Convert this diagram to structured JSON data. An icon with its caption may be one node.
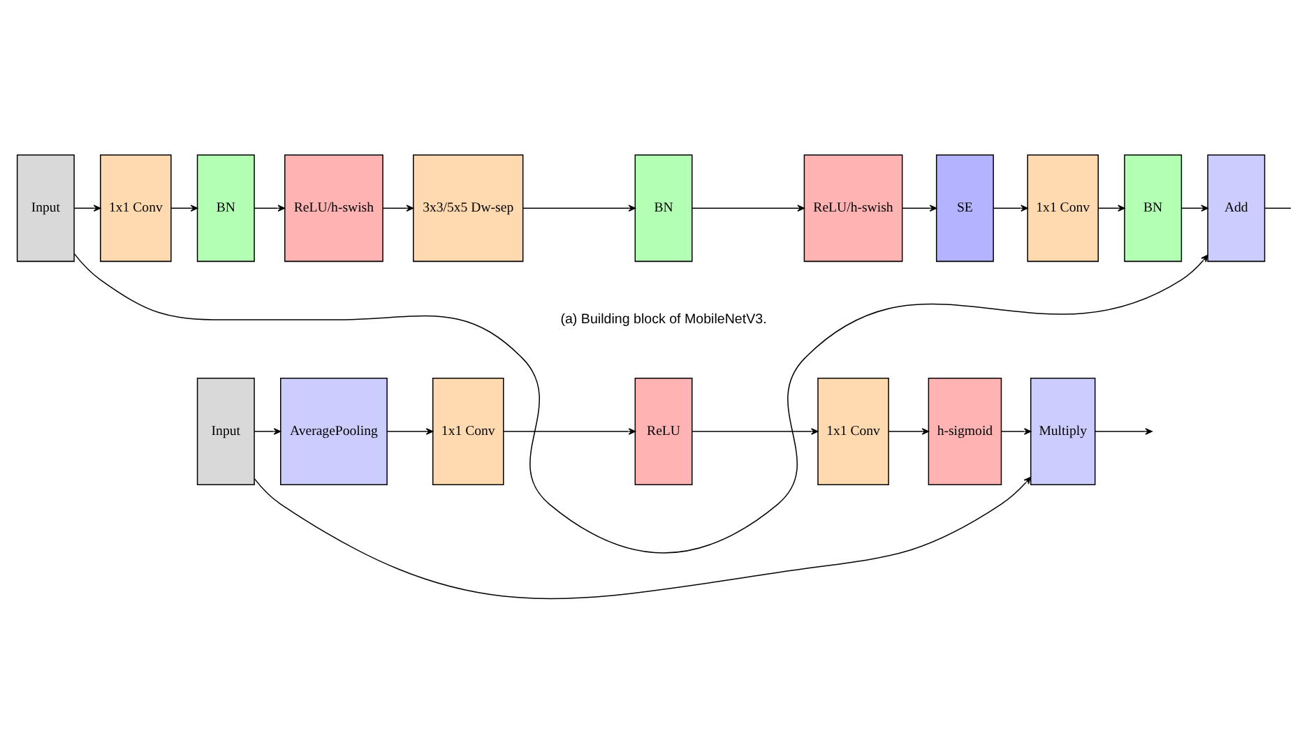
{
  "diagram": {
    "nodes": [
      {
        "text": [
          "Input"
        ]
      },
      {
        "text": [
          "1x1 Conv"
        ]
      },
      {
        "text": [
          "BN"
        ]
      },
      {
        "text": [
          "ReLU/h-swish"
        ]
      },
      {
        "text": [
          "3x3/5x5 Dw-sep"
        ]
      },
      {
        "text": [
          "BN"
        ]
      },
      {
        "text": [
          "ReLU/h-swish"
        ]
      },
      {
        "text": [
          "SE"
        ]
      },
      {
        "text": [
          "1x1 Conv"
        ]
      },
      {
        "text": [
          "BN"
        ]
      },
      {
        "text": [
          "Add"
        ]
      },
      {
        "text": [
          "Input"
        ]
      },
      {
        "text": [
          "AveragePooling"
        ]
      },
      {
        "text": [
          "1x1 Conv"
        ]
      },
      {
        "text": [
          "ReLU"
        ]
      },
      {
        "text": [
          "1x1 Conv"
        ]
      },
      {
        "text": [
          "h-sigmoid"
        ]
      },
      {
        "text": [
          "Multiply"
        ]
      }
    ],
    "edges": [
      {
        "from": 0,
        "to": 1,
        "arrow": "to"
      },
      {
        "from": 1,
        "to": 2,
        "arrow": "to"
      },
      {
        "from": 2,
        "to": 3,
        "arrow": "to"
      },
      {
        "from": 3,
        "to": 4,
        "arrow": "to"
      },
      {
        "from": 4,
        "to": 5,
        "arrow": "to"
      },
      {
        "from": 5,
        "to": 6,
        "arrow": "to"
      },
      {
        "from": 6,
        "to": 7,
        "arrow": "to"
      },
      {
        "from": 7,
        "to": 8,
        "arrow": "to"
      },
      {
        "from": 8,
        "to": 9,
        "arrow": "to"
      },
      {
        "from": 9,
        "to": 10,
        "arrow": "to"
      },
      {
        "from": 0,
        "to": 10,
        "arrow": "to"
      },
      {
        "from": 10,
        "to": null,
        "arrow": "none"
      },
      {
        "from": 11,
        "to": 12,
        "arrow": "to"
      },
      {
        "from": 12,
        "to": 13,
        "arrow": "to"
      },
      {
        "from": 13,
        "to": 14,
        "arrow": "to"
      },
      {
        "from": 14,
        "to": 15,
        "arrow": "to"
      },
      {
        "from": 15,
        "to": 16,
        "arrow": "to"
      },
      {
        "from": 16,
        "to": 17,
        "arrow": "to"
      },
      {
        "from": 11,
        "to": 17,
        "arrow": "to"
      },
      {
        "from": 17,
        "to": null,
        "arrow": "to"
      }
    ],
    "labels": [
      "(a) Building block of MobileNetV3."
    ]
  }
}
